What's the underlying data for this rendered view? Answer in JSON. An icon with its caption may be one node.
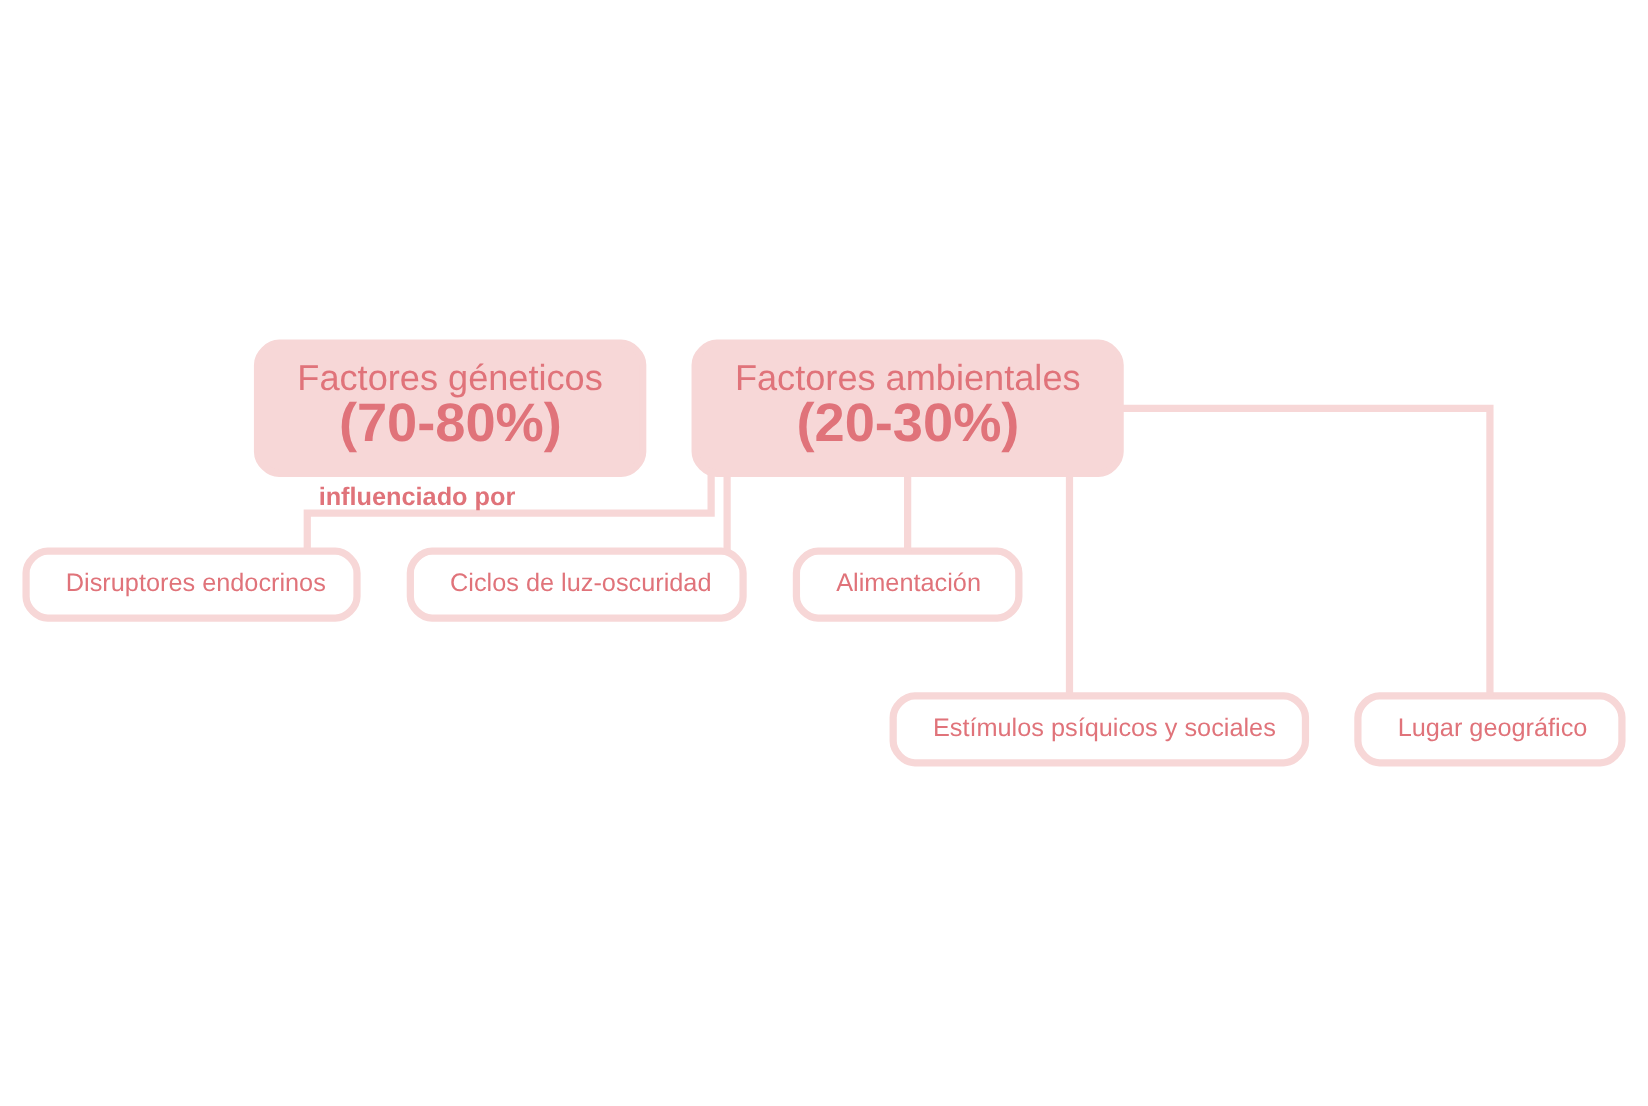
{
  "diagram": {
    "nodes": [
      {
        "text": [
          "Factores géneticos",
          "(70-80%)"
        ]
      },
      {
        "text": [
          "Factores ambientales",
          "(20-30%)"
        ]
      },
      {
        "text": [
          "Disruptores endocrinos"
        ]
      },
      {
        "text": [
          "Ciclos de luz-oscuridad"
        ]
      },
      {
        "text": [
          "Alimentación"
        ]
      },
      {
        "text": [
          "Estímulos psíquicos y sociales"
        ]
      },
      {
        "text": [
          "Lugar geográfico"
        ]
      }
    ],
    "edges": [
      {
        "from": 1,
        "to": 2,
        "arrow": "none",
        "label": "influenciado por"
      },
      {
        "from": 1,
        "to": 3,
        "arrow": "none"
      },
      {
        "from": 1,
        "to": 4,
        "arrow": "none"
      },
      {
        "from": 1,
        "to": 5,
        "arrow": "none"
      },
      {
        "from": 1,
        "to": 6,
        "arrow": "none"
      }
    ]
  }
}
